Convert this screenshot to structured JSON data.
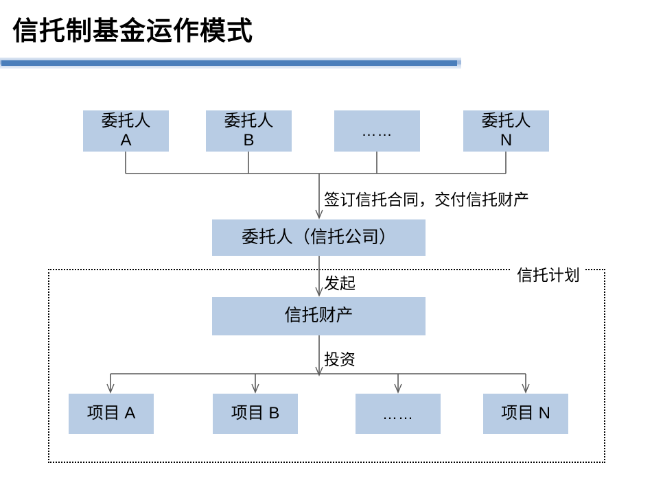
{
  "slide": {
    "title": "信托制基金运作模式",
    "accent_color": "#4a7ebb",
    "node_fill": "#b8cce4",
    "connector_color": "#595959",
    "background": "#ffffff"
  },
  "settlors": [
    {
      "label": "委托人\nA"
    },
    {
      "label": "委托人\nB"
    },
    {
      "label": "……"
    },
    {
      "label": "委托人\nN"
    }
  ],
  "trustee": {
    "label": "委托人（信托公司）"
  },
  "trust_property": {
    "label": "信托财产"
  },
  "projects": [
    {
      "label": "项目 A"
    },
    {
      "label": "项目 B"
    },
    {
      "label": "……"
    },
    {
      "label": "项目 N"
    }
  ],
  "edges": {
    "settlors_to_trustee": "签订信托合同，交付信托财产",
    "trustee_to_property": "发起",
    "property_to_projects": "投资"
  },
  "group": {
    "label": "信托计划"
  }
}
